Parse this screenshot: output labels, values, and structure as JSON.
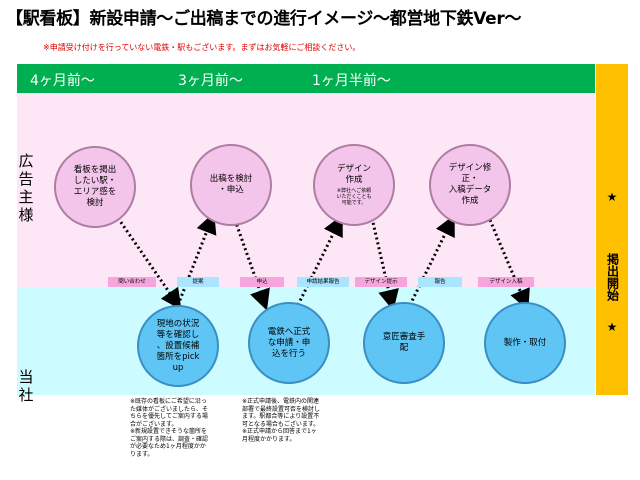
{
  "title": "【駅看板】新設申請～ご出稿までの進行イメージ～都営地下鉄Ver～",
  "note": "※申請受け付けを行っていない電鉄・駅もございます。まずはお気軽にご相談ください。",
  "columns": [
    "4ヶ月前～",
    "3ヶ月前～",
    "1ヶ月半前～"
  ],
  "lanes": {
    "ad": "広告主様",
    "us": "当社"
  },
  "side": {
    "star": "★",
    "text": "掲出開始"
  },
  "steps": [
    {
      "label": "看板を掲出\nしたい駅・\nエリア感を\n検討",
      "sub": ""
    },
    {
      "label": "現地の状況\n等を確認し\n、設置候補\n箇所をpick\nup",
      "sub": ""
    },
    {
      "label": "出稿を検討\n・申込",
      "sub": ""
    },
    {
      "label": "電鉄へ正式\nな申請・申\n込を行う",
      "sub": ""
    },
    {
      "label": "デザイン\n作成",
      "sub": "※弊社へご依頼\nいただくことも\n可能です。"
    },
    {
      "label": "意匠審査手\n配",
      "sub": ""
    },
    {
      "label": "デザイン修\n正・\n入稿データ\n作成",
      "sub": ""
    },
    {
      "label": "製作・取付",
      "sub": ""
    }
  ],
  "arrow_labels": [
    "問い合わせ",
    "提案",
    "申込",
    "申請結果報告",
    "デザイン提示",
    "報告",
    "デザイン入稿"
  ],
  "notes": {
    "left": "※既存の看板にご希望に沿っ\nた媒体がございましたら、そ\nちらを優先してご案内する場\n合がございます。\n※新規設置できそうな箇所を\nご案内する際は、調査・確認\nが必要なため1ヶ月程度かか\nります。",
    "right": "※正式申請後、電鉄内の関連\n部署で最終設置可否を検討し\nます。駅都合等により設置不\n可となる場合もございます。\n※正式申請から回答まで1ヶ\n月程度かかります。"
  },
  "colors": {
    "header": "#00b050",
    "advertiser_lane": "#fde6f6",
    "company_lane": "#ccfcff",
    "side_bar": "#ffc000",
    "pink_circle": "#f4c5ea",
    "blue_circle": "#5ec5f5"
  }
}
